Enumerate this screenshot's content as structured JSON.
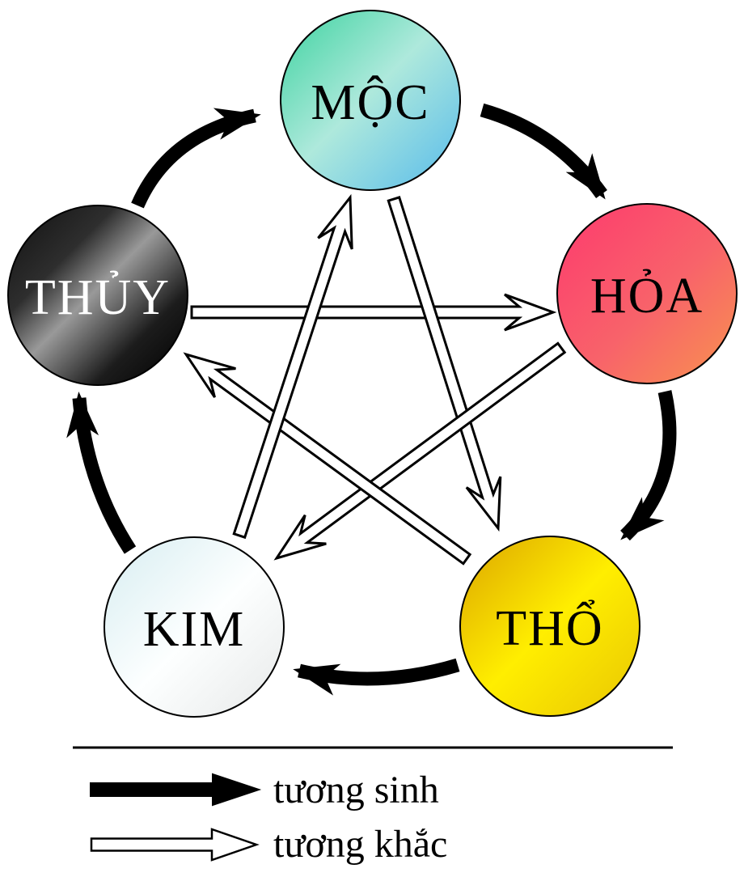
{
  "diagram": {
    "background": "#ffffff",
    "nodes": [
      {
        "id": "moc",
        "label": "MỘC",
        "text_color": "#000000",
        "gradient": {
          "angle": 135,
          "stops": [
            {
              "color": "#3ed3a0",
              "at": "0%"
            },
            {
              "color": "#aee9dc",
              "at": "48%"
            },
            {
              "color": "#58bbeb",
              "at": "100%"
            }
          ]
        }
      },
      {
        "id": "hoa",
        "label": "HỎA",
        "text_color": "#000000",
        "gradient": {
          "angle": 135,
          "stops": [
            {
              "color": "#fd3a6e",
              "at": "0%"
            },
            {
              "color": "#f8636a",
              "at": "55%"
            },
            {
              "color": "#f8934f",
              "at": "100%"
            }
          ]
        }
      },
      {
        "id": "tho",
        "label": "THỔ",
        "text_color": "#000000",
        "gradient": {
          "angle": 135,
          "stops": [
            {
              "color": "#dca500",
              "at": "0%"
            },
            {
              "color": "#ffee00",
              "at": "50%"
            },
            {
              "color": "#e9c603",
              "at": "100%"
            }
          ]
        }
      },
      {
        "id": "kim",
        "label": "KIM",
        "text_color": "#000000",
        "gradient": {
          "angle": 135,
          "stops": [
            {
              "color": "#d7edf1",
              "at": "0%"
            },
            {
              "color": "#fdffff",
              "at": "52%"
            },
            {
              "color": "#e7e9e9",
              "at": "100%"
            }
          ]
        }
      },
      {
        "id": "thuy",
        "label": "THỦY",
        "text_color": "#ffffff",
        "gradient": {
          "angle": 135,
          "stops": [
            {
              "color": "#101010",
              "at": "0%"
            },
            {
              "color": "#2e2e2e",
              "at": "30%"
            },
            {
              "color": "#999999",
              "at": "48%"
            },
            {
              "color": "#1c1c1c",
              "at": "74%"
            },
            {
              "color": "#000000",
              "at": "100%"
            }
          ]
        }
      }
    ],
    "relations": {
      "sinh": [
        {
          "from": "thuy",
          "to": "moc"
        },
        {
          "from": "moc",
          "to": "hoa"
        },
        {
          "from": "hoa",
          "to": "tho"
        },
        {
          "from": "tho",
          "to": "kim"
        },
        {
          "from": "kim",
          "to": "thuy"
        }
      ],
      "khac": [
        {
          "from": "thuy",
          "to": "hoa"
        },
        {
          "from": "moc",
          "to": "tho"
        },
        {
          "from": "hoa",
          "to": "kim"
        },
        {
          "from": "tho",
          "to": "thuy"
        },
        {
          "from": "kim",
          "to": "moc"
        }
      ]
    },
    "legend": {
      "items": [
        {
          "label": "tương sinh",
          "arrow": "solid-black"
        },
        {
          "label": "tương khắc",
          "arrow": "outline-white"
        }
      ],
      "arrow_black": "#000000",
      "arrow_white_fill": "#ffffff",
      "arrow_outline": "#000000",
      "divider_color": "#000000"
    }
  }
}
